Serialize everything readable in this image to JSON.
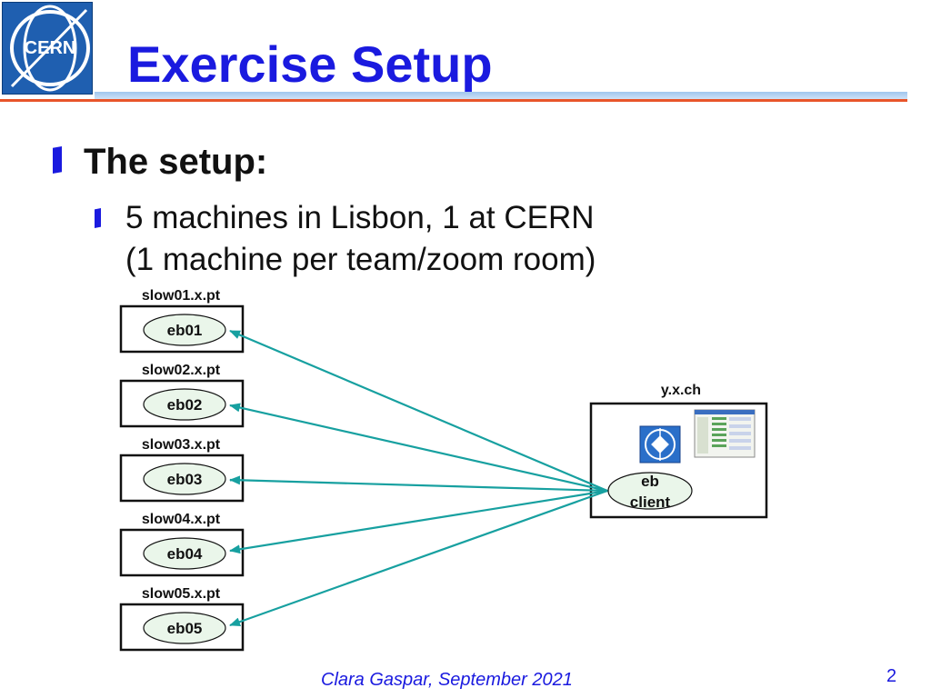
{
  "header": {
    "title": "Exercise Setup",
    "logo_text": "CERN"
  },
  "content": {
    "heading": "The setup:",
    "bullet_line1": "5 machines in Lisbon, 1 at CERN",
    "bullet_line2": "(1 machine per team/zoom room)"
  },
  "diagram": {
    "machines": [
      {
        "host": "slow01.x.pt",
        "node": "eb01"
      },
      {
        "host": "slow02.x.pt",
        "node": "eb02"
      },
      {
        "host": "slow03.x.pt",
        "node": "eb03"
      },
      {
        "host": "slow04.x.pt",
        "node": "eb04"
      },
      {
        "host": "slow05.x.pt",
        "node": "eb05"
      }
    ],
    "server_host": "y.x.ch",
    "client_line1": "eb",
    "client_line2": "client"
  },
  "footer": {
    "author_date": "Clara Gaspar, September 2021",
    "page": "2"
  },
  "colors": {
    "title": "#1a1adf",
    "arrow": "#17a0a0",
    "node_fill": "#eaf6ea"
  }
}
